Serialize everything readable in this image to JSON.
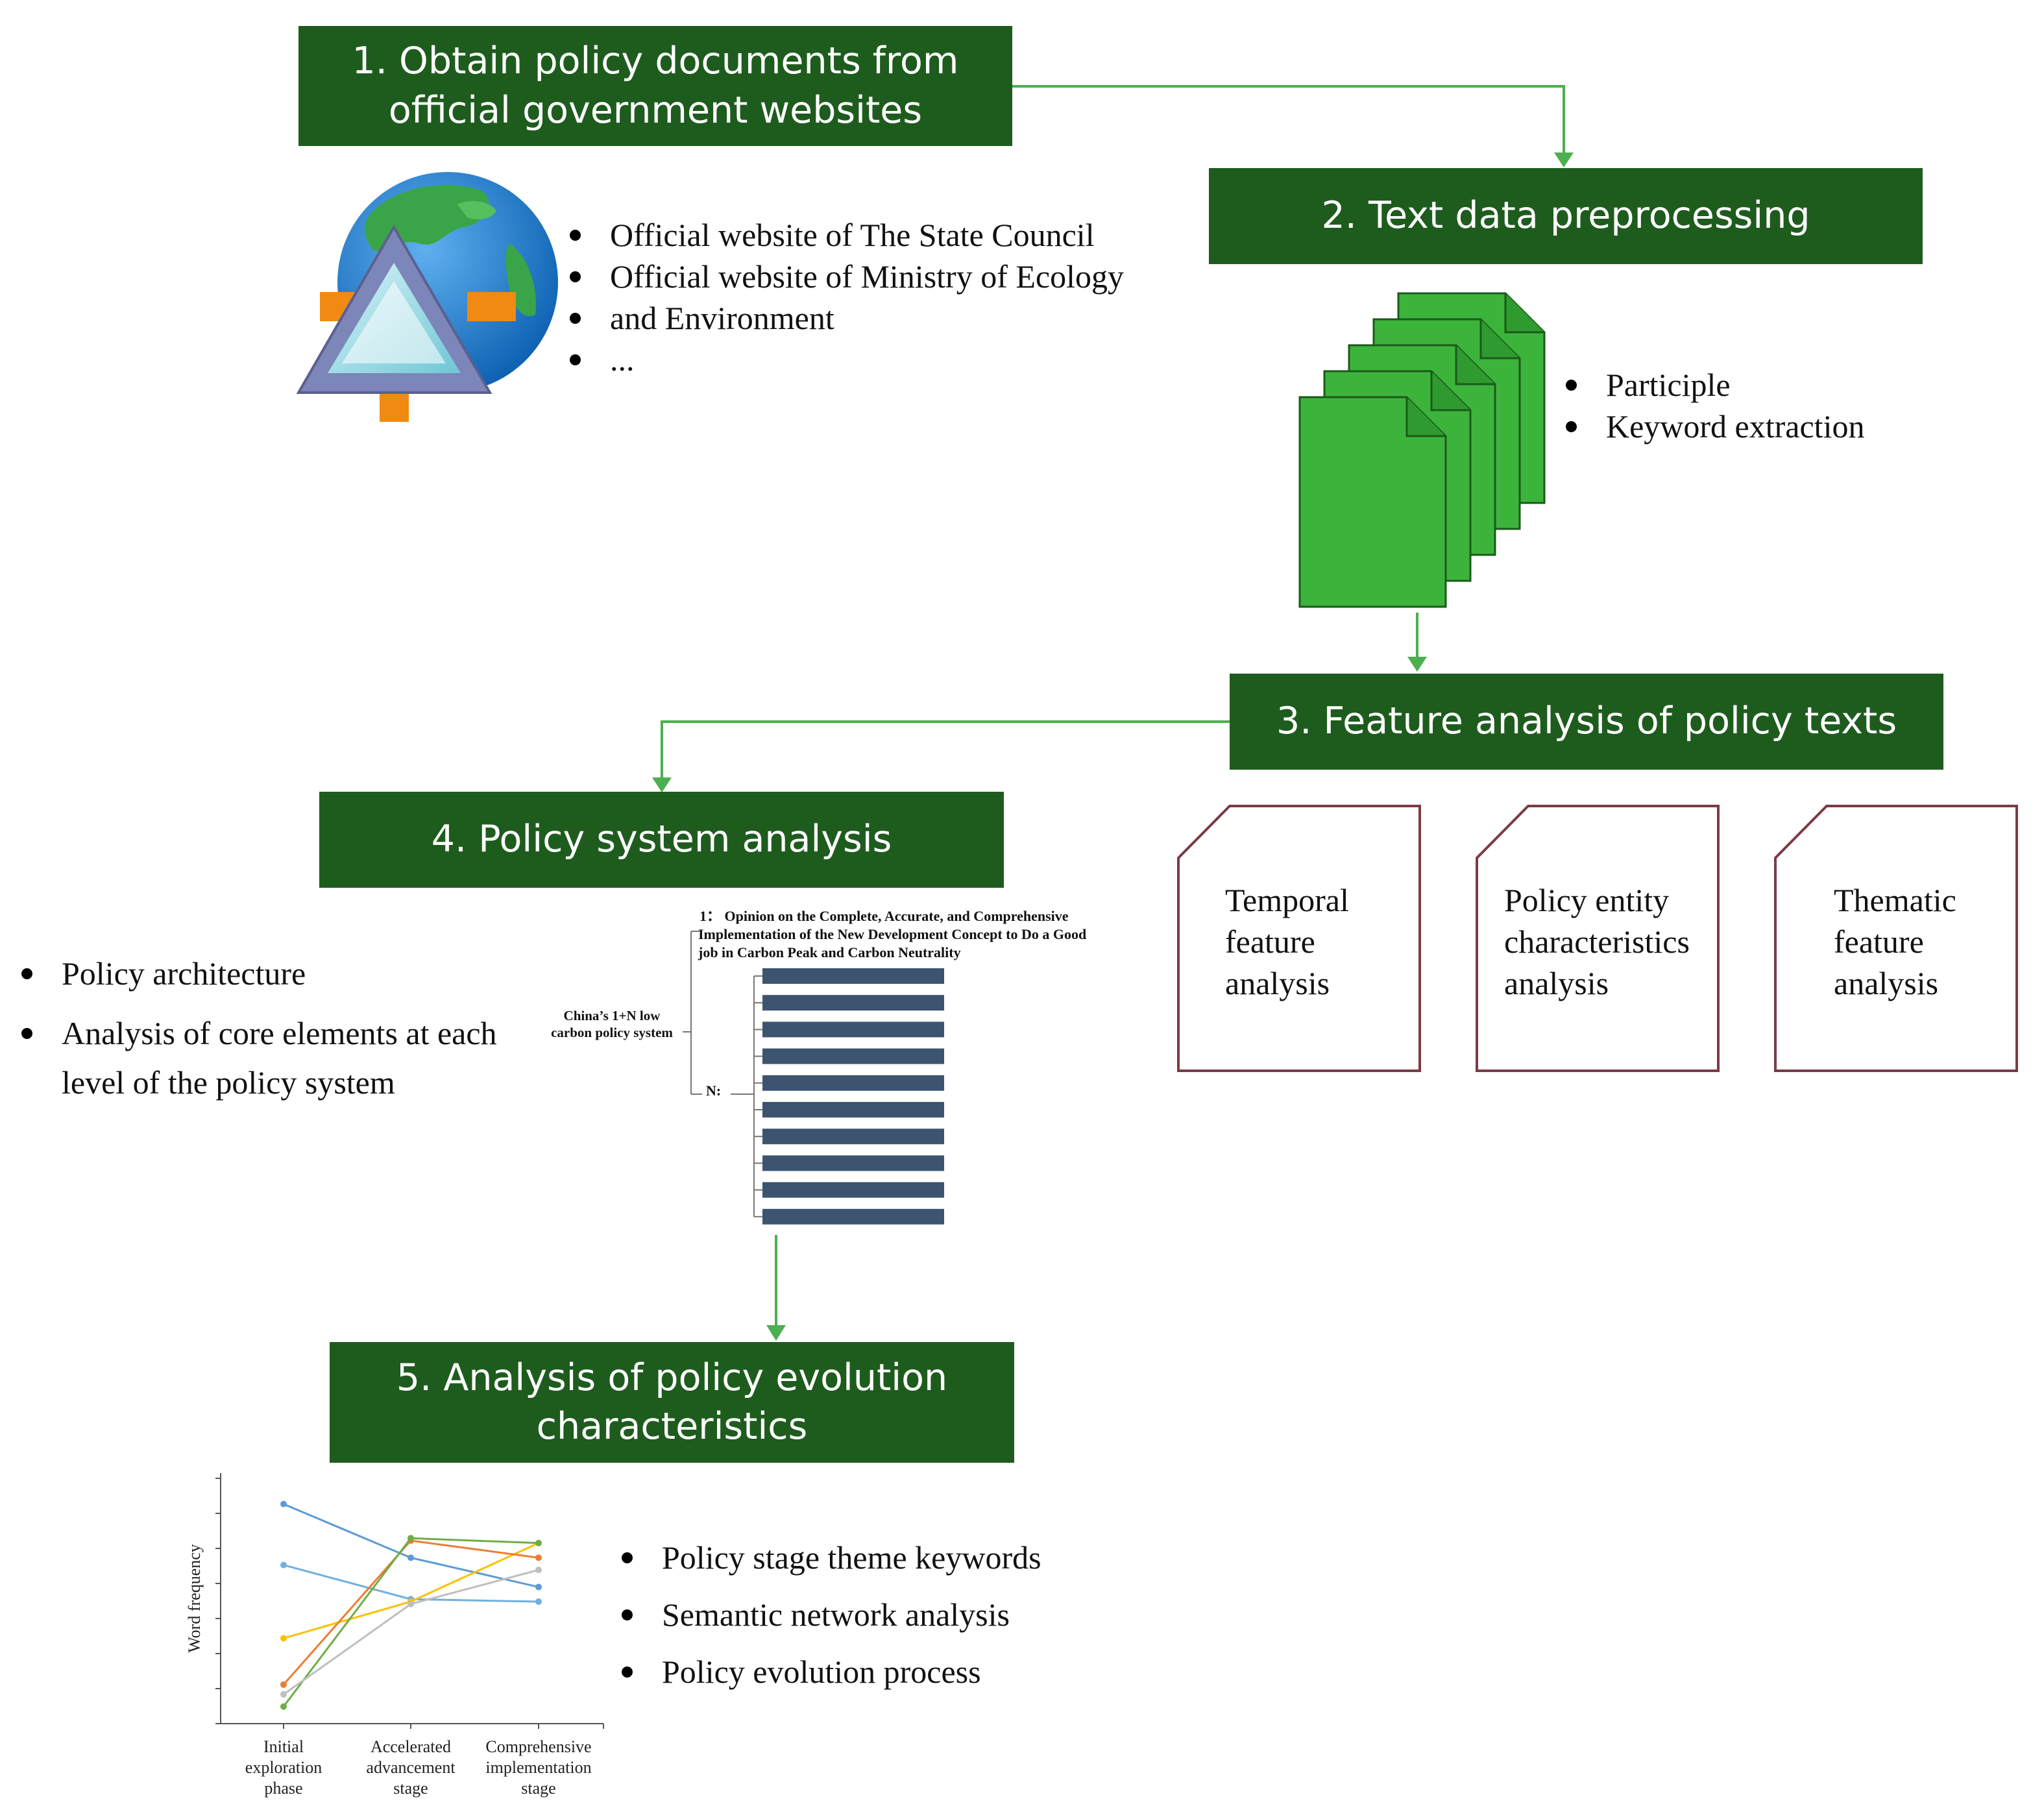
{
  "steps": {
    "s1": {
      "line1": "1. Obtain policy documents from",
      "line2": "official government websites"
    },
    "s2": {
      "title": "2. Text data preprocessing"
    },
    "s3": {
      "title": "3. Feature analysis of policy texts"
    },
    "s4": {
      "title": "4. Policy system analysis"
    },
    "s5": {
      "line1": "5. Analysis of policy evolution",
      "line2": "characteristics"
    }
  },
  "sources": {
    "items": [
      "Official website of The State Council",
      "Official website of Ministry of Ecology",
      "and Environment",
      "..."
    ]
  },
  "preprocessing": {
    "items": [
      "Participle",
      "Keyword extraction"
    ]
  },
  "feature_cards": [
    {
      "line1": "Temporal",
      "line2": "feature",
      "line3": "analysis"
    },
    {
      "line1": "Policy entity",
      "line2": "characteristics",
      "line3": "analysis"
    },
    {
      "line1": "Thematic",
      "line2": "feature",
      "line3": "analysis"
    }
  ],
  "policy_system": {
    "items": [
      "Policy architecture",
      "Analysis of core elements at each",
      "level of the policy system"
    ],
    "structure": {
      "root_line1": "China’s 1+N low",
      "root_line2": "carbon policy system",
      "one_label": "1：",
      "one_text_line1": "Opinion on the Complete, Accurate, and Comprehensive",
      "one_text_line2": "Implementation of the New Development Concept to Do a Good",
      "one_text_line3": "job in Carbon Peak and Carbon Neutrality",
      "n_label": "N:",
      "bar_count": 10,
      "bar_color": "#3d5470"
    }
  },
  "evolution": {
    "items": [
      "Policy stage theme keywords",
      "Semantic network analysis",
      "Policy evolution process"
    ]
  },
  "colors": {
    "header_bg": "#1e5c1e",
    "header_text": "#ffffff",
    "arrow": "#4caf50",
    "doc_fill": "#3cb43c",
    "card_border": "#7a3b45"
  },
  "chart_data": {
    "type": "line",
    "categories": [
      [
        "Initial",
        "exploration",
        "phase"
      ],
      [
        "Accelerated",
        "advancement",
        "stage"
      ],
      [
        "Comprehensive",
        "implementation",
        "stage"
      ]
    ],
    "ylabel": "Word frequency",
    "xlabel": "",
    "title": "",
    "ylim": [
      0,
      100
    ],
    "grid": false,
    "series": [
      {
        "color": "#5b9bd5",
        "values": [
          90,
          68,
          56
        ]
      },
      {
        "color": "#70b0e0",
        "values": [
          65,
          51,
          50
        ]
      },
      {
        "color": "#ffc000",
        "values": [
          35,
          50,
          74
        ]
      },
      {
        "color": "#ed7d31",
        "values": [
          16,
          75,
          68
        ]
      },
      {
        "color": "#70ad47",
        "values": [
          7,
          76,
          74
        ]
      },
      {
        "color": "#bfbfbf",
        "values": [
          12,
          49,
          63
        ]
      }
    ]
  }
}
